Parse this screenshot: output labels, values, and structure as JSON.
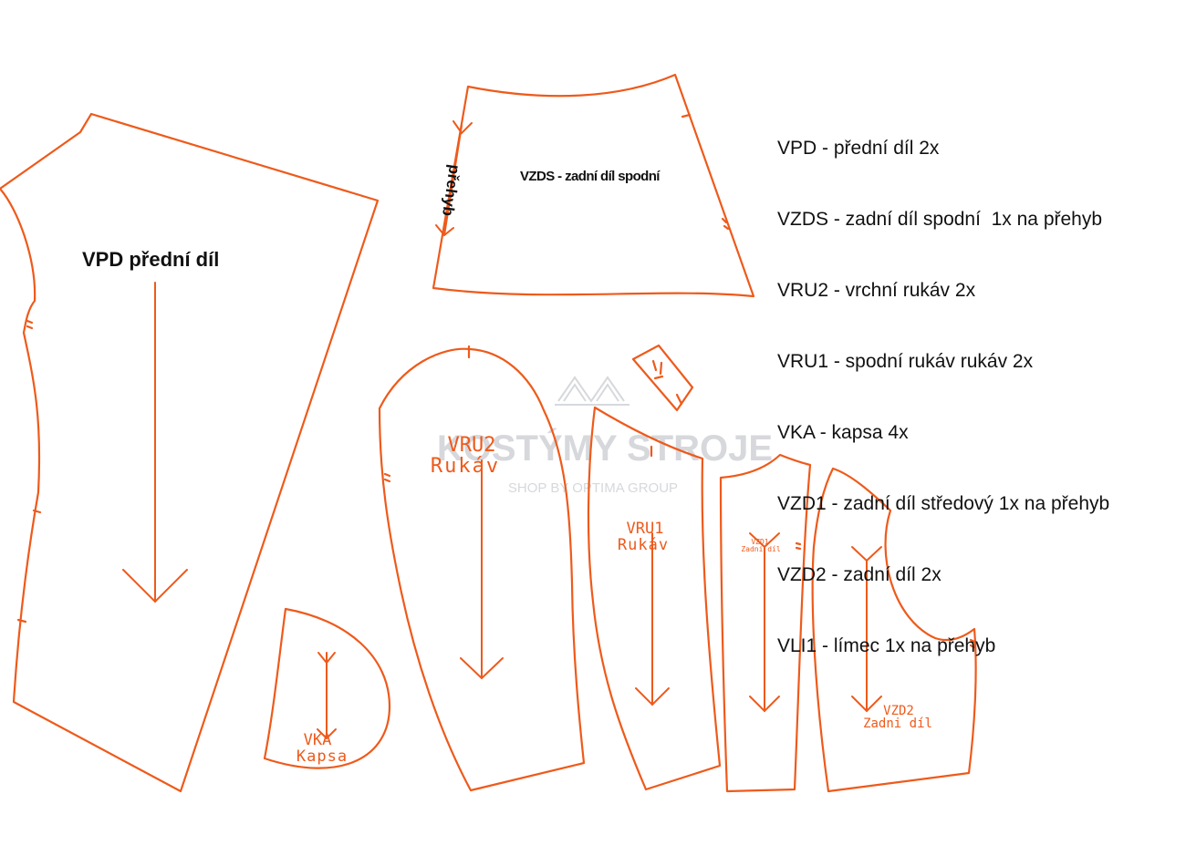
{
  "colors": {
    "pattern": "#ee5a1b",
    "text": "#111111",
    "watermark": "#cfd2d6"
  },
  "legend": [
    "VPD - přední díl 2x",
    "VZDS - zadní díl spodní  1x na přehyb",
    "VRU2 - vrchní rukáv 2x",
    "VRU1 - spodní rukáv rukáv 2x",
    "VKA - kapsa 4x",
    "VZD1 - zadní díl středový 1x na přehyb",
    "VZD2 - zadní díl 2x",
    "VLI1 - límec 1x na přehyb"
  ],
  "pieces": {
    "vpd": {
      "label": "VPD přední díl"
    },
    "vzds": {
      "label": "VZDS - zadní díl spodní",
      "fold": "přehyb"
    },
    "vru2": {
      "code": "VRU2",
      "name": "Rukáv"
    },
    "vru1": {
      "code": "VRU1",
      "name": "Rukáv"
    },
    "vzd1": {
      "code": "VZD1",
      "name": "Zadni díl"
    },
    "vzd2": {
      "code": "VZD2",
      "name": "Zadni díl"
    },
    "vka": {
      "code": "VKA",
      "name": "Kapsa"
    }
  },
  "watermark": {
    "brand": "KOSTÝMY STROJE",
    "tagline": "SHOP BY OPTIMA GROUP"
  }
}
